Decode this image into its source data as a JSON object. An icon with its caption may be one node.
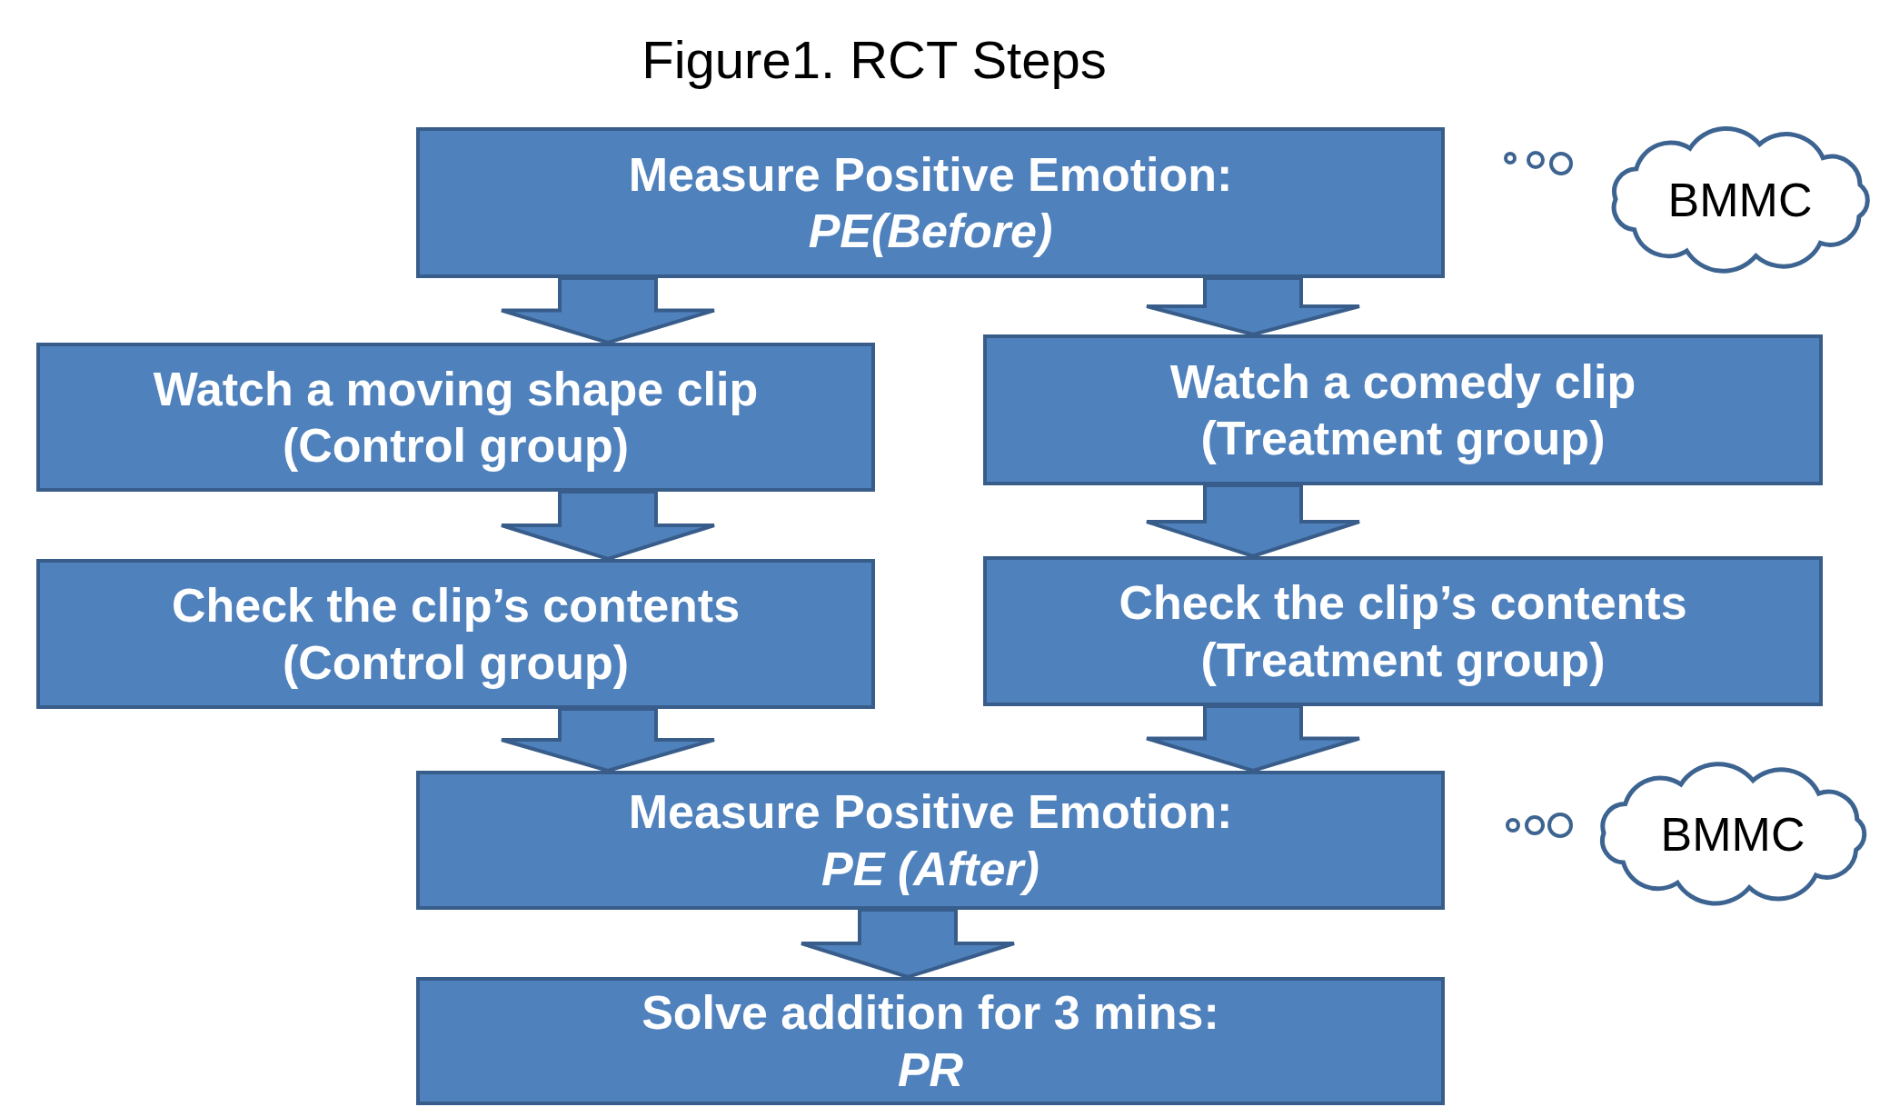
{
  "diagram": {
    "title": "Figure1. RCT Steps",
    "nodes": [
      {
        "text": [
          "Measure Positive Emotion:",
          "*PE(Before)*"
        ]
      },
      {
        "text": [
          "Watch a moving shape clip",
          "(Control group)"
        ]
      },
      {
        "text": [
          "Watch a comedy clip",
          "(Treatment group)"
        ]
      },
      {
        "text": [
          "Check the clip’s contents",
          "(Control group)"
        ]
      },
      {
        "text": [
          "Check the clip’s contents",
          "(Treatment group)"
        ]
      },
      {
        "text": [
          "Measure Positive Emotion:",
          "*PE (After)*"
        ]
      },
      {
        "text": [
          "Solve addition for 3 mins:",
          "*PR*"
        ]
      },
      {
        "text": [
          "BMMC"
        ]
      },
      {
        "text": [
          "BMMC"
        ]
      }
    ],
    "edges": [
      {
        "from": 0,
        "to": 1,
        "arrow": "to"
      },
      {
        "from": 0,
        "to": 2,
        "arrow": "to"
      },
      {
        "from": 1,
        "to": 3,
        "arrow": "to"
      },
      {
        "from": 2,
        "to": 4,
        "arrow": "to"
      },
      {
        "from": 3,
        "to": 5,
        "arrow": "to"
      },
      {
        "from": 4,
        "to": 5,
        "arrow": "to"
      },
      {
        "from": 5,
        "to": 6,
        "arrow": "to"
      }
    ]
  }
}
